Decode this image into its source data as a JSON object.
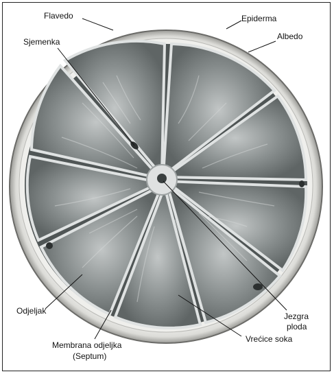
{
  "figure": {
    "labels": {
      "flavedo": "Flavedo",
      "epiderma": "Epiderma",
      "albedo": "Albedo",
      "sjemenka": "Sjemenka",
      "odjeljak": "Odjeljak",
      "jezgra_line1": "Jezgra",
      "jezgra_line2": "ploda",
      "membrana_line1": "Membrana odjeljka",
      "membrana_line2": "(Septum)",
      "vrecice": "Vrećice soka"
    },
    "colors": {
      "rind": "#e9e9e6",
      "pulp_dark": "#5e6363",
      "pulp_mid": "#7d8383",
      "pulp_light": "#a9aeae",
      "core": "#d8dada",
      "leader": "#111111"
    }
  }
}
